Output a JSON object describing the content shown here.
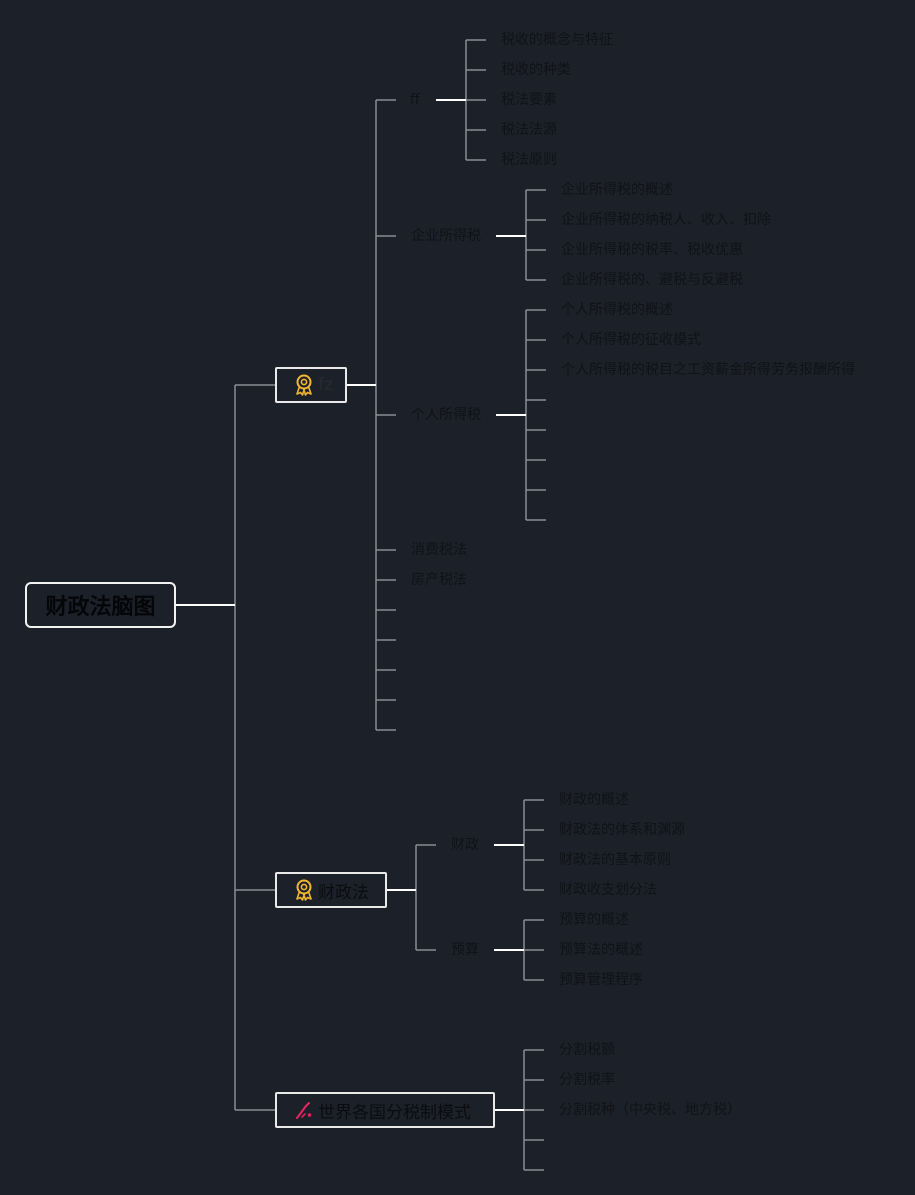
{
  "root": {
    "label": "财政法脑图"
  },
  "branch_fz": {
    "label": "fz",
    "icon": "award-ribbon-icon",
    "topic_ff": {
      "label": "ff",
      "children": [
        "税收的概念与特征",
        "税收的种类",
        "税法要素",
        "税法法源",
        "税法原则"
      ]
    },
    "topic_corp_tax": {
      "label": "企业所得税",
      "children": [
        "企业所得税的概述",
        "企业所得税的纳税人、收入、扣除",
        "企业所得税的税率、税收优惠",
        "企业所得税的、避税与反避税"
      ]
    },
    "topic_personal_tax": {
      "label": "个人所得税",
      "children": [
        "个人所得税的概述",
        "个人所得税的征收模式",
        "个人所得税的税目之工资薪金所得劳务报酬所得",
        "",
        "",
        "",
        "",
        ""
      ]
    },
    "topic_consumption_tax": {
      "label": "消费税法"
    },
    "topic_property_tax": {
      "label": "房产税法"
    }
  },
  "branch_finance_law": {
    "label": "财政法",
    "icon": "award-ribbon-icon",
    "topic_finance": {
      "label": "财政",
      "children": [
        "财政的概述",
        "财政法的体系和渊源",
        "财政法的基本原则",
        "财政收支划分法"
      ]
    },
    "topic_budget": {
      "label": "预算",
      "children": [
        "预算的概述",
        "预算法的概述",
        "预算管理程序"
      ]
    }
  },
  "branch_world_tax": {
    "label": "世界各国分税制模式",
    "icon": "pen-nib-icon",
    "accent_color": "#e0245e",
    "children": [
      "分割税额",
      "分割税率",
      "分割税种（中央税、地方税）",
      "",
      ""
    ]
  },
  "colors": {
    "background": "#1c2029",
    "connector": "#8a8d93",
    "connector_bright": "#ffffff",
    "node_border": "#e9e9e9",
    "award_icon": "#f2b632",
    "pen_icon": "#e0245e"
  }
}
